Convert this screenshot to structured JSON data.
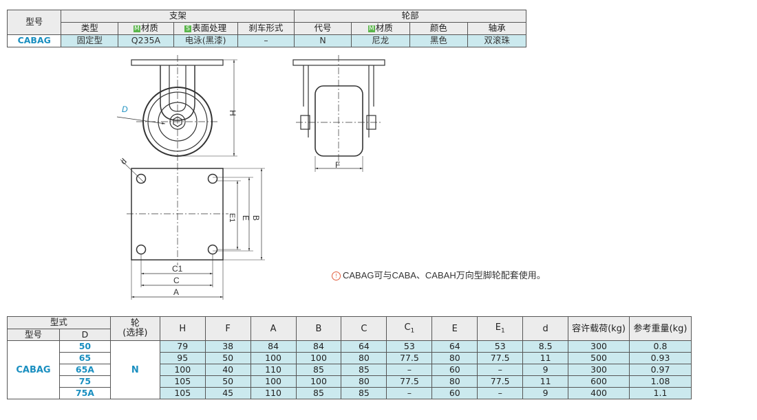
{
  "top_table": {
    "model_header": "型号",
    "bracket_header": "支架",
    "wheel_header": "轮部",
    "columns": {
      "type": "类型",
      "bracket_material": "材质",
      "surface": "表面处理",
      "brake": "刹车形式",
      "code": "代号",
      "wheel_material": "材质",
      "color": "颜色",
      "bearing": "轴承"
    },
    "badges": {
      "m": "M",
      "s": "S"
    },
    "row": {
      "model": "CABAG",
      "type": "固定型",
      "bracket_material": "Q235A",
      "surface": "电泳(黑漆)",
      "brake": "–",
      "code": "N",
      "wheel_material": "尼龙",
      "color": "黑色",
      "bearing": "双滚珠"
    }
  },
  "drawing_labels": {
    "D": "D",
    "H": "H",
    "F": "F",
    "d": "d",
    "E1": "E1",
    "E": "E",
    "B": "B",
    "C1": "C1",
    "C": "C",
    "A": "A"
  },
  "note": {
    "icon": "info-icon",
    "text": "CABAG可与CABA、CABAH万向型脚轮配套使用。"
  },
  "bottom_table": {
    "headers": {
      "style": "型式",
      "model": "型号",
      "D": "D",
      "wheel": "轮\n(选择)",
      "H": "H",
      "F": "F",
      "A": "A",
      "B": "B",
      "C": "C",
      "C1": "C1",
      "E": "E",
      "E1": "E1",
      "d": "d",
      "load": "容许载荷(kg)",
      "weight": "参考重量(kg)"
    },
    "model": "CABAG",
    "wheel": "N",
    "rows": [
      {
        "D": "50",
        "H": "79",
        "F": "38",
        "A": "84",
        "B": "84",
        "C": "64",
        "C1": "53",
        "E": "64",
        "E1": "53",
        "d": "8.5",
        "load": "300",
        "weight": "0.8"
      },
      {
        "D": "65",
        "H": "95",
        "F": "50",
        "A": "100",
        "B": "100",
        "C": "80",
        "C1": "77.5",
        "E": "80",
        "E1": "77.5",
        "d": "11",
        "load": "500",
        "weight": "0.93"
      },
      {
        "D": "65A",
        "H": "100",
        "F": "40",
        "A": "110",
        "B": "85",
        "C": "85",
        "C1": "–",
        "E": "60",
        "E1": "–",
        "d": "9",
        "load": "300",
        "weight": "0.97"
      },
      {
        "D": "75",
        "H": "105",
        "F": "50",
        "A": "100",
        "B": "100",
        "C": "80",
        "C1": "77.5",
        "E": "80",
        "E1": "77.5",
        "d": "11",
        "load": "600",
        "weight": "1.08"
      },
      {
        "D": "75A",
        "H": "105",
        "F": "45",
        "A": "110",
        "B": "85",
        "C": "85",
        "C1": "–",
        "E": "60",
        "E1": "–",
        "d": "9",
        "load": "400",
        "weight": "1.1"
      }
    ]
  }
}
